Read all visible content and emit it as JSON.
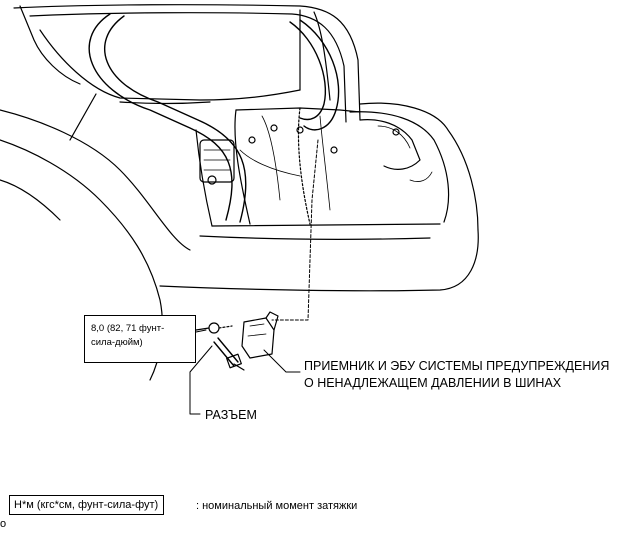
{
  "torque_spec": {
    "line1": "8,0 (82, 71 фунт-",
    "line2": "сила-дюйм)"
  },
  "callouts": {
    "receiver_line1": "ПРИЕМНИК И ЭБУ СИСТЕМЫ ПРЕДУПРЕЖДЕНИЯ",
    "receiver_line2": "О НЕНАДЛЕЖАЩЕМ ДАВЛЕНИИ В ШИНАХ",
    "connector": "РАЗЪЕМ"
  },
  "legend": {
    "unit_box": "Н*м (кгс*см, фунт-сила-фут)",
    "description": ": номинальный момент затяжки"
  },
  "corner_mark": "o",
  "colors": {
    "line": "#000000",
    "background": "#ffffff"
  }
}
